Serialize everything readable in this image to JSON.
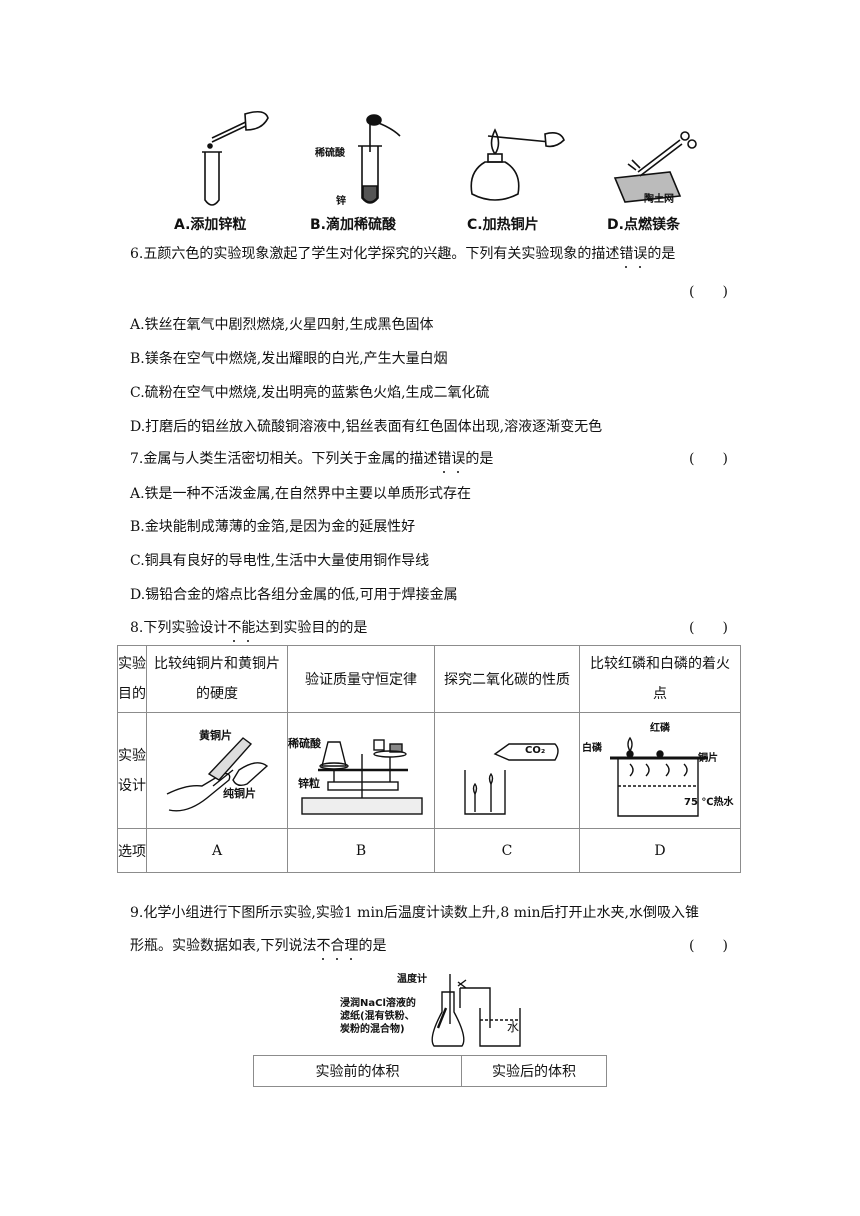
{
  "figure5": {
    "captions": [
      "A.添加锌粒",
      "B.滴加稀硫酸",
      "C.加热铜片",
      "D.点燃镁条"
    ],
    "labels": {
      "dilute_acid": "稀硫酸",
      "zinc": "锌",
      "gauze": "陶土网"
    }
  },
  "q6": {
    "stem_pre": "6.五颜六色的实验现象激起了学生对化学探究的兴趣。下列有关实验现象的描述",
    "stem_emph": [
      "错",
      "误"
    ],
    "stem_post": "的是",
    "paren": "(　　)",
    "options": [
      "A.铁丝在氧气中剧烈燃烧,火星四射,生成黑色固体",
      "B.镁条在空气中燃烧,发出耀眼的白光,产生大量白烟",
      "C.硫粉在空气中燃烧,发出明亮的蓝紫色火焰,生成二氧化硫",
      "D.打磨后的铝丝放入硫酸铜溶液中,铝丝表面有红色固体出现,溶液逐渐变无色"
    ]
  },
  "q7": {
    "stem_pre": "7.金属与人类生活密切相关。下列关于金属的描述",
    "stem_emph": [
      "错",
      "误"
    ],
    "stem_post": "的是",
    "paren": "(　　)",
    "options": [
      "A.铁是一种不活泼金属,在自然界中主要以单质形式存在",
      "B.金块能制成薄薄的金箔,是因为金的延展性好",
      "C.铜具有良好的导电性,生活中大量使用铜作导线",
      "D.锡铅合金的熔点比各组分金属的低,可用于焊接金属"
    ]
  },
  "q8": {
    "stem_pre": "8.下列实验设计",
    "stem_emph": [
      "不",
      "能"
    ],
    "stem_post": "达到实验目的的是",
    "paren": "(　　)",
    "row1_head": [
      "实验",
      "目的"
    ],
    "row2_head": [
      "实验",
      "设计"
    ],
    "row3_head": "选项",
    "purposes": [
      {
        "l1": "比较纯铜片和黄铜片",
        "l2": "的硬度"
      },
      {
        "l1": "验证质量守恒定律",
        "l2": ""
      },
      {
        "l1": "探究二氧化碳的性质",
        "l2": ""
      },
      {
        "l1": "比较红磷和白磷的着火",
        "l2": "点"
      }
    ],
    "options": [
      "A",
      "B",
      "C",
      "D"
    ],
    "fig_labels": {
      "brass": "黄铜片",
      "pure_copper": "纯铜片",
      "dilute_acid": "稀硫酸",
      "zinc": "锌粒",
      "co2": "CO₂",
      "white_p": "白磷",
      "red_p": "红磷",
      "copper_sheet": "铜片",
      "hot_water": "75 ℃热水"
    }
  },
  "q9": {
    "stem_l1": "9.化学小组进行下图所示实验,实验1 min后温度计读数上升,8 min后打开止水夹,水倒吸入锥",
    "stem_l2_pre": "形瓶。实验数据如表,下列说法",
    "stem_emph": [
      "不",
      "合",
      "理"
    ],
    "stem_post": "的是",
    "paren": "(　　)",
    "fig_labels": {
      "thermometer": "温度计",
      "paper_l1": "浸润NaCl溶液的",
      "paper_l2": "滤纸(混有铁粉、",
      "paper_l3": "炭粉的混合物)",
      "water": "水"
    },
    "table_headers": [
      "实验前的体积",
      "实验后的体积"
    ]
  }
}
